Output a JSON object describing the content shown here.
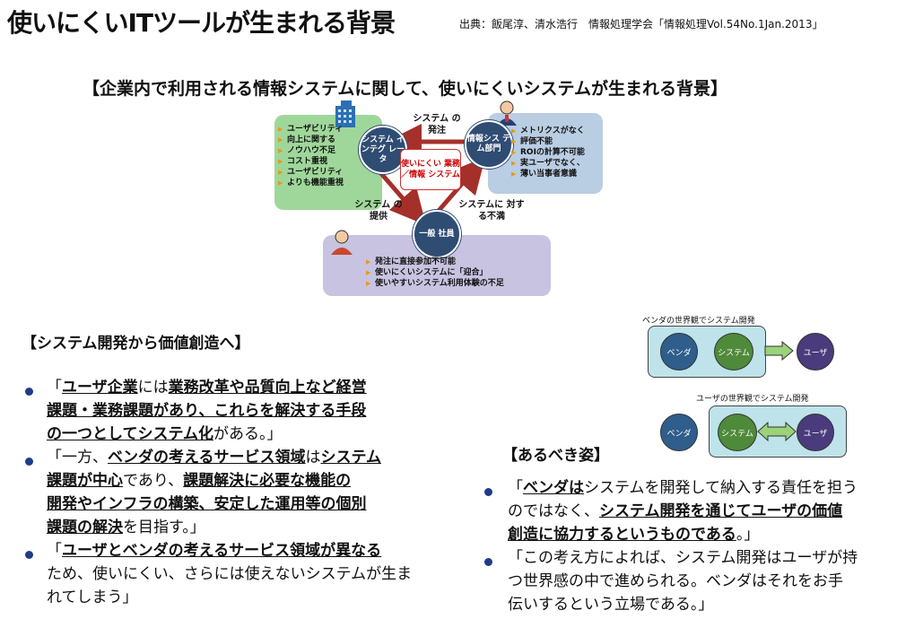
{
  "header": {
    "title": "使いにくいITツールが生まれる背景",
    "source": "出典：飯尾淳、清水浩行　情報処理学会「情報処理Vol.54No.1Jan.2013」",
    "subtitle": "【企業内で利用される情報システムに関して、使いにくいシステムが生まれる背景】"
  },
  "diagram": {
    "si_circle": "システム インテグ レータ",
    "it_circle": "情報シス テム部門",
    "emp_circle": "一般 社員",
    "center": "使いにくい 業務／情報 システム",
    "arrow_order": "システム の発注",
    "arrow_provide": "システム の提供",
    "arrow_dissatisfied": "システムに 対する不満",
    "green_items": [
      "ユーザビリティ",
      "向上に関する",
      "ノウハウ不足",
      "コスト重視",
      "ユーザビリティ",
      "よりも機能重視"
    ],
    "blue_items": [
      "メトリクスがなく",
      "評価不能",
      "ROIの計算不可能",
      "実ユーザでなく、",
      "薄い当事者意識"
    ],
    "purple_items": [
      "発注に直接参加不可能",
      "使いにくいシステムに「迎合」",
      "使いやすいシステム利用体験の不足"
    ],
    "colors": {
      "green": "#9fd79a",
      "blue": "#b9cde3",
      "purple": "#c8c3e0",
      "navy": "#2f4c73",
      "bullet": "#e39b1e"
    }
  },
  "left_section": {
    "heading": "【システム開発から価値創造へ】",
    "b1": {
      "p1": "「",
      "p2": "ユーザ企業",
      "p3": "には",
      "p4": "業務改革や品質向上など経営",
      "p5": "課題・業務課題があり、これらを解決する手段",
      "p6": "の一つとしてシステム化",
      "p7": "がある。」"
    },
    "b2": {
      "p1": "「一方、",
      "p2": "ベンダの考えるサービス領域",
      "p3": "は",
      "p4": "システム",
      "p5": "課題が中心",
      "p6": "であり、",
      "p7": "課題解決に必要な機能の",
      "p8": "開発やインフラの構築、安定した運用等の個別",
      "p9": "課題の解決",
      "p10": "を目指す。」"
    },
    "b3": {
      "p1": "「",
      "p2": "ユーザとベンダの考えるサービス領域が異なる",
      "p3": "ため、使いにくい、さらには使えないシステムが生ま",
      "p4": "れてしまう」"
    }
  },
  "right_diagram": {
    "caption1": "ベンダの世界観でシステム開発",
    "caption2": "ユーザの世界観でシステム開発",
    "vendor": "ベンダ",
    "system": "システム",
    "user": "ユーザ"
  },
  "right_section": {
    "heading": "【あるべき姿】",
    "b1": {
      "p1": "「",
      "p2": "ベンダは",
      "p3": "システムを開発して納入する責任を担う",
      "p4": "のではなく、",
      "p5": "システム開発を通じてユーザの価値",
      "p6": "創造に協力するというものである",
      "p7": "。」"
    },
    "b2": {
      "l1": "「この考え方によれば、システム開発はユーザが持",
      "l2": "つ世界感の中で進められる。ベンダはそれをお手",
      "l3": "伝いするという立場である。」"
    }
  }
}
